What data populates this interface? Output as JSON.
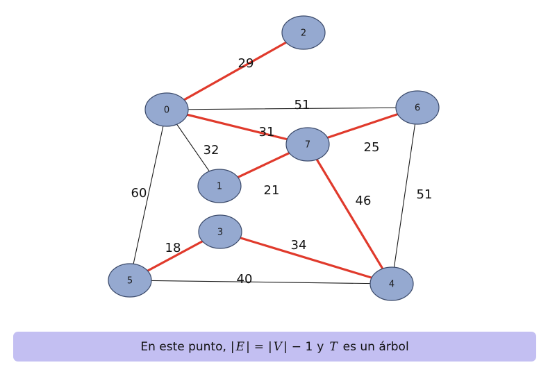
{
  "colors": {
    "node_fill": "#95a9d0",
    "node_stroke": "#3b4a6a",
    "tree_edge": "#e03a2c",
    "plain_edge": "#1a1a1a",
    "caption_bg": "#c3bff2"
  },
  "graph": {
    "nodes": [
      {
        "id": "0",
        "label": "0"
      },
      {
        "id": "1",
        "label": "1"
      },
      {
        "id": "2",
        "label": "2"
      },
      {
        "id": "3",
        "label": "3"
      },
      {
        "id": "4",
        "label": "4"
      },
      {
        "id": "5",
        "label": "5"
      },
      {
        "id": "6",
        "label": "6"
      },
      {
        "id": "7",
        "label": "7"
      }
    ],
    "edges": [
      {
        "from": "0",
        "to": "2",
        "weight": "29",
        "in_tree": true
      },
      {
        "from": "0",
        "to": "6",
        "weight": "51",
        "in_tree": false
      },
      {
        "from": "0",
        "to": "7",
        "weight": "31",
        "in_tree": true
      },
      {
        "from": "0",
        "to": "1",
        "weight": "32",
        "in_tree": false
      },
      {
        "from": "0",
        "to": "5",
        "weight": "60",
        "in_tree": false
      },
      {
        "from": "1",
        "to": "7",
        "weight": "21",
        "in_tree": true
      },
      {
        "from": "7",
        "to": "6",
        "weight": "25",
        "in_tree": true
      },
      {
        "from": "7",
        "to": "4",
        "weight": "46",
        "in_tree": true
      },
      {
        "from": "6",
        "to": "4",
        "weight": "51",
        "in_tree": false
      },
      {
        "from": "5",
        "to": "3",
        "weight": "18",
        "in_tree": true
      },
      {
        "from": "3",
        "to": "4",
        "weight": "34",
        "in_tree": true
      },
      {
        "from": "5",
        "to": "4",
        "weight": "40",
        "in_tree": false
      }
    ]
  },
  "caption": {
    "prefix": "En este punto,",
    "abs_open": "|",
    "edge_set": "E",
    "abs_close": "|",
    "equals": "=",
    "vertex_set": "V",
    "minus_one": "− 1",
    "conj": "y",
    "tree_var": "T",
    "suffix": "es un árbol"
  }
}
